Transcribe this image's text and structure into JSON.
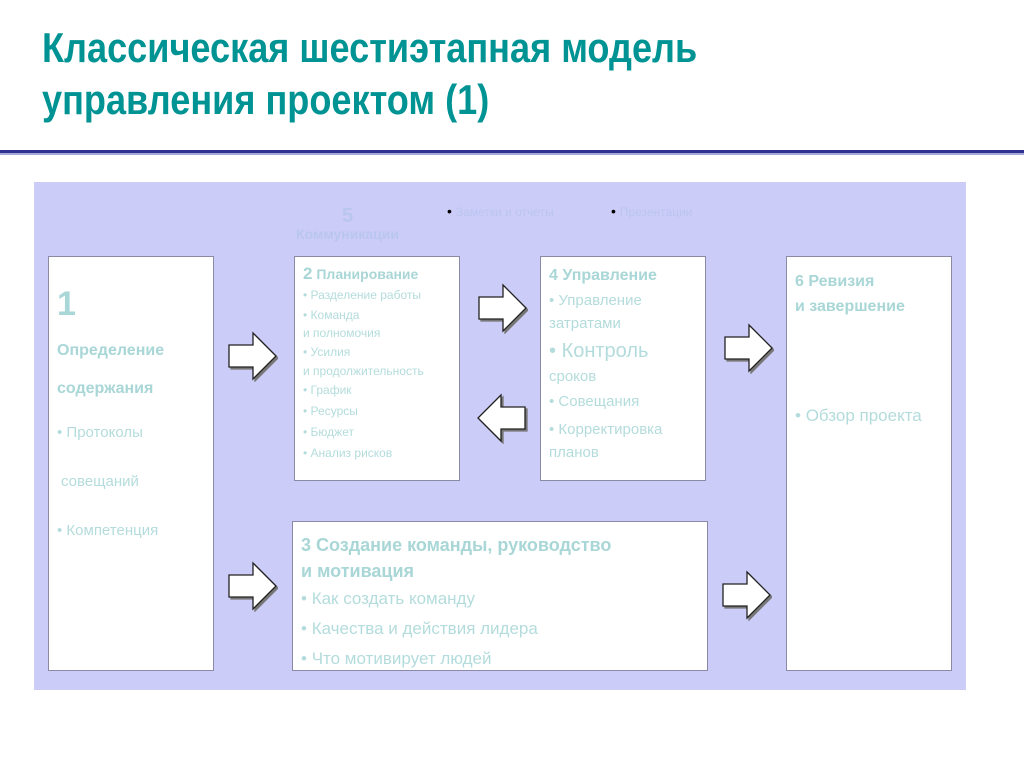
{
  "title": {
    "line1": "Классическая шестиэтапная  модель",
    "line2": "управления проектом (1)"
  },
  "communications": {
    "number": "5",
    "label": "Коммуникации",
    "items": [
      "Заметки и отчеты",
      "Презентации"
    ]
  },
  "stage1": {
    "number": "1",
    "title_line1": "Определение",
    "title_line2": "содержания",
    "items": [
      "Протоколы",
      "совещаний",
      "Компетенция"
    ]
  },
  "stage2": {
    "number": "2",
    "title": "Планирование",
    "items": [
      "Разделение работы",
      "Команда",
      "и полномочия",
      "Усилия",
      "и продолжительность",
      "График",
      "Ресурсы",
      "Бюджет",
      "Анализ рисков"
    ]
  },
  "stage3": {
    "title_line1": "3 Создание команды, руководство",
    "title_line2": "и мотивация",
    "items": [
      "Как создать команду",
      "Качества и действия лидера",
      "Что мотивирует людей"
    ]
  },
  "stage4": {
    "number": "4",
    "title": "Управление",
    "items": [
      "Управление",
      "затратами",
      "Контроль",
      "сроков",
      "Совещания",
      "Корректировка",
      "планов"
    ]
  },
  "stage6": {
    "title_line1": "6 Ревизия",
    "title_line2": "и завершение",
    "items": [
      "Обзор проекта"
    ]
  },
  "colors": {
    "title": "#009393",
    "panel": "#ccccf8",
    "rule": "#2e3192",
    "text": "#b4dcdc"
  }
}
